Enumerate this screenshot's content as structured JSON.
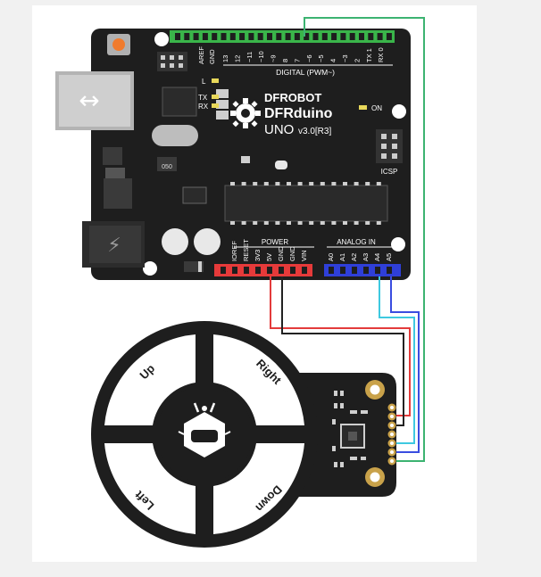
{
  "board": {
    "brand": "DFROBOT",
    "model": "DFRduino",
    "uno": "UNO",
    "version": "v3.0[R3]",
    "led_l": "L",
    "led_tx": "TX",
    "led_rx": "RX",
    "led_on": "ON",
    "icsp": "ICSP",
    "crystal": "050",
    "aref": "AREF",
    "gnd_top": "GND",
    "digital_pins": [
      "13",
      "12",
      "~11",
      "~10",
      "~9",
      "8",
      "7",
      "~6",
      "~5",
      "4",
      "~3",
      "2",
      "TX 1",
      "RX 0"
    ],
    "digital_label": "DIGITAL (PWM~)",
    "power_label": "POWER",
    "power_pins": [
      "IOREF",
      "RESET",
      "3V3",
      "5V",
      "GND",
      "GND",
      "VIN"
    ],
    "analog_label": "ANALOG IN",
    "analog_pins": [
      "A0",
      "A1",
      "A2",
      "A3",
      "A4",
      "A5"
    ]
  },
  "joystick": {
    "labels": {
      "up": "Up",
      "right": "Right",
      "left": "Left",
      "down": "Down"
    }
  },
  "colors": {
    "board": "#1e1e1e",
    "header_green": "#3ab54a",
    "header_red": "#e63a3a",
    "header_blue": "#2f3fd8",
    "wire_green": "#3cb371",
    "wire_red": "#e33b3b",
    "wire_black": "#222222",
    "wire_blue": "#3a4de0",
    "wire_cyan": "#3ec9e0",
    "gold": "#c9a24a"
  }
}
